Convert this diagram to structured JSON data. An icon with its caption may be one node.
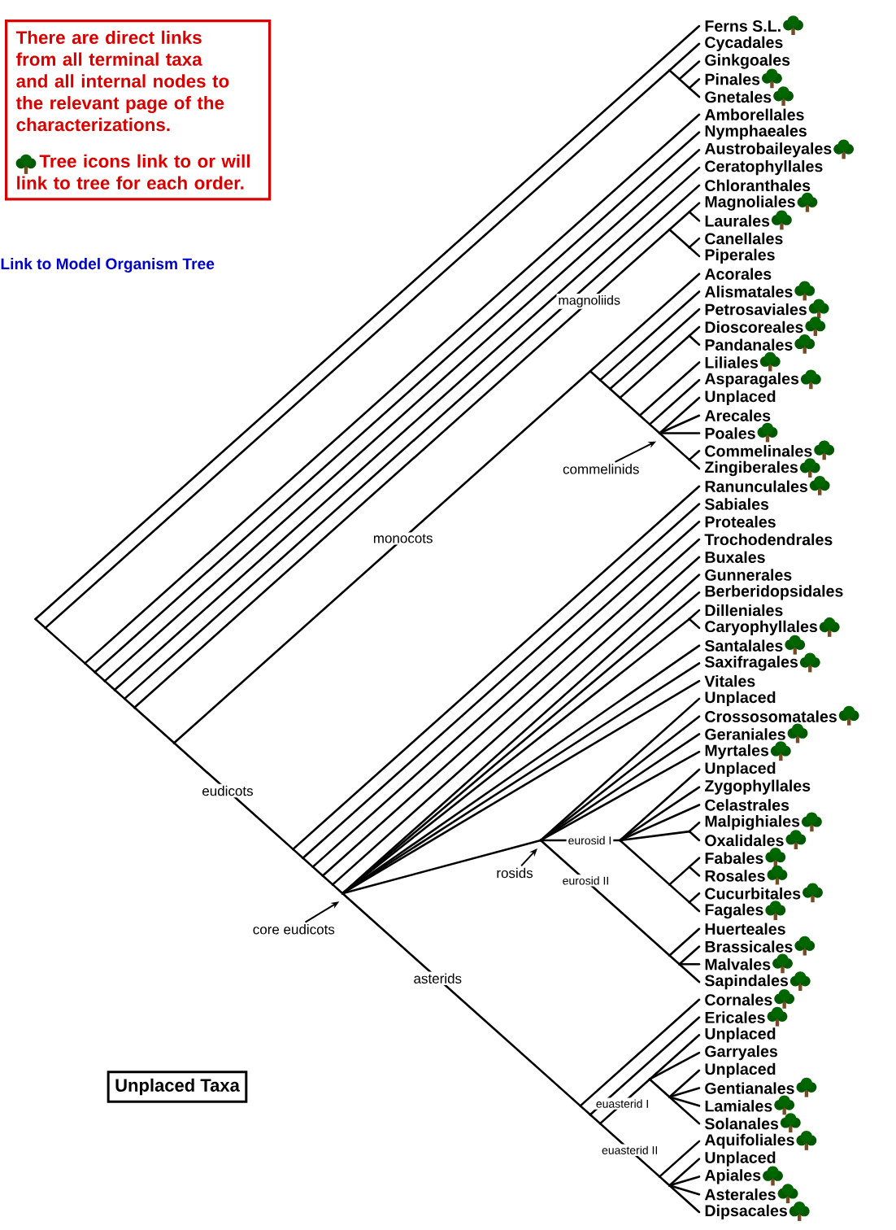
{
  "diagram": {
    "nodes": [
      {
        "text": [
          "There are direct links from all terminal taxa and all internal nodes to the relevant page of the characterizations.",
          "Tree icons link to or will link to tree for each order."
        ]
      },
      {
        "text": [
          "commelinids"
        ]
      },
      {
        "text": [
          "rosids"
        ]
      },
      {
        "text": [
          "core eudicots"
        ]
      },
      {
        "text": [
          "Unplaced Taxa"
        ]
      }
    ],
    "edges": [
      {
        "from": 1,
        "to": null,
        "arrow": "to"
      },
      {
        "from": 2,
        "to": null,
        "arrow": "to"
      },
      {
        "from": 3,
        "to": null,
        "arrow": "to"
      }
    ],
    "labels": [
      "Link to Model Organism Tree",
      "Ferns S.L.",
      "Cycadales",
      "Ginkgoales",
      "Pinales",
      "Gnetales",
      "Amborellales",
      "Nymphaeales",
      "Austrobaileyales",
      "Ceratophyllales",
      "Chloranthales",
      "Magnoliales",
      "Laurales",
      "Canellales",
      "Piperales",
      "Acorales",
      "Alismatales",
      "Petrosaviales",
      "Dioscoreales",
      "Pandanales",
      "Liliales",
      "Asparagales",
      "Unplaced",
      "Arecales",
      "Poales",
      "Commelinales",
      "Zingiberales",
      "Ranunculales",
      "Sabiales",
      "Proteales",
      "Trochodendrales",
      "Buxales",
      "Gunnerales",
      "Berberidopsidales",
      "Dilleniales",
      "Caryophyllales",
      "Santalales",
      "Saxifragales",
      "Vitales",
      "Unplaced",
      "Crossosomatales",
      "Geraniales",
      "Myrtales",
      "Unplaced",
      "Zygophyllales",
      "Celastrales",
      "Malpighiales",
      "Oxalidales",
      "Fabales",
      "Rosales",
      "Cucurbitales",
      "Fagales",
      "Huerteales",
      "Brassicales",
      "Malvales",
      "Sapindales",
      "Cornales",
      "Ericales",
      "Unplaced",
      "Garryales",
      "Unplaced",
      "Gentianales",
      "Lamiales",
      "Solanales",
      "Aquifoliales",
      "Unplaced",
      "Apiales",
      "Asterales",
      "Dipsacales",
      "magnoliids",
      "monocots",
      "eudicots",
      "eurosid I",
      "eurosid II",
      "asterids",
      "euasterid I",
      "euasterid II"
    ]
  }
}
